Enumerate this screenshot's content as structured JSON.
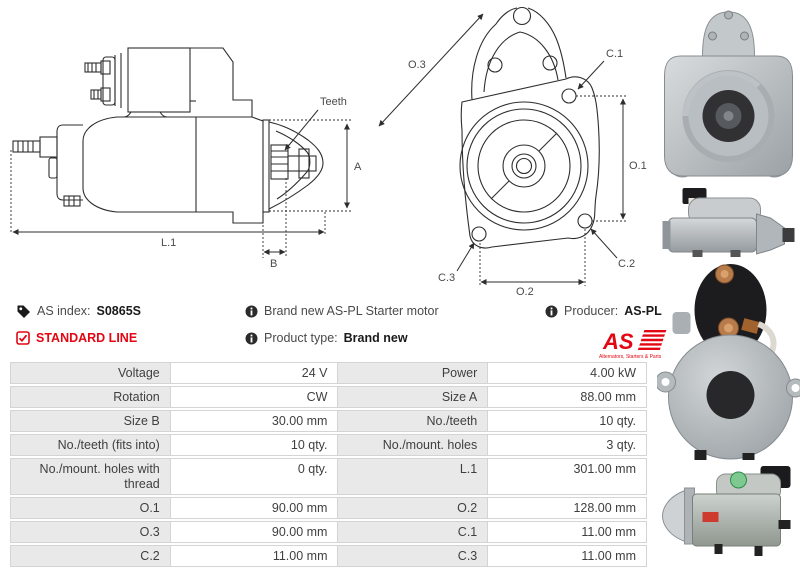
{
  "product": {
    "as_index_label": "AS index:",
    "as_index_value": "S0865S",
    "standard_line": "STANDARD LINE",
    "description": "Brand new AS-PL Starter motor",
    "product_type_label": "Product type:",
    "product_type_value": "Brand new",
    "producer_label": "Producer:",
    "producer_value": "AS-PL",
    "logo_text": "AS",
    "logo_tagline": "Alternators, Starters & Parts"
  },
  "colors": {
    "accent_red": "#e30613",
    "table_label_bg": "#e9e9e9",
    "table_border": "#d4d4d4",
    "drawing_line": "#2e2e2e"
  },
  "drawings": {
    "side_view": {
      "teeth_label": "Teeth",
      "dim_a": "A",
      "dim_l1": "L.1",
      "dim_b": "B"
    },
    "front_view": {
      "dim_o3": "O.3",
      "dim_c1": "C.1",
      "dim_o1": "O.1",
      "dim_c3": "C.3",
      "dim_c2": "C.2",
      "dim_o2": "O.2"
    }
  },
  "spec_table": {
    "rows": [
      {
        "l1": "Voltage",
        "v1": "24 V",
        "l2": "Power",
        "v2": "4.00 kW"
      },
      {
        "l1": "Rotation",
        "v1": "CW",
        "l2": "Size A",
        "v2": "88.00 mm"
      },
      {
        "l1": "Size B",
        "v1": "30.00 mm",
        "l2": "No./teeth",
        "v2": "10 qty."
      },
      {
        "l1": "No./teeth (fits into)",
        "v1": "10 qty.",
        "l2": "No./mount. holes",
        "v2": "3 qty."
      },
      {
        "l1": "No./mount. holes with thread",
        "v1": "0 qty.",
        "l2": "L.1",
        "v2": "301.00 mm"
      },
      {
        "l1": "O.1",
        "v1": "90.00 mm",
        "l2": "O.2",
        "v2": "128.00 mm"
      },
      {
        "l1": "O.3",
        "v1": "90.00 mm",
        "l2": "C.1",
        "v2": "11.00 mm"
      },
      {
        "l1": "C.2",
        "v1": "11.00 mm",
        "l2": "C.3",
        "v2": "11.00 mm"
      }
    ]
  }
}
